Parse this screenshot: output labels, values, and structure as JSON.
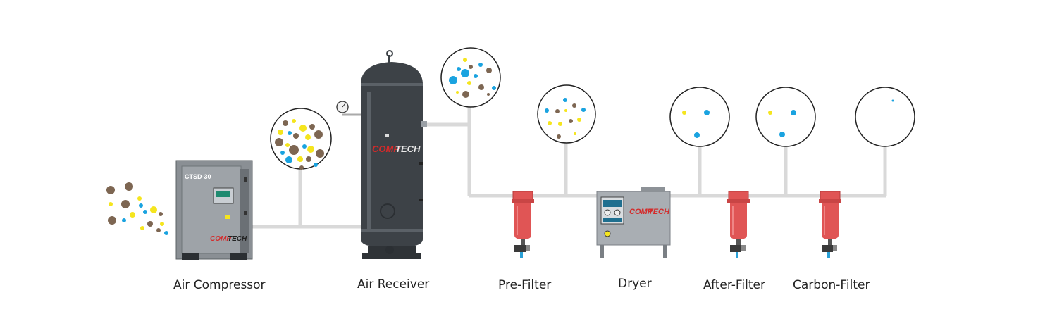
{
  "labels": {
    "compressor": "Air Compressor",
    "receiver": "Air Receiver",
    "pre_filter": "Pre-Filter",
    "dryer": "Dryer",
    "after_filter": "After-Filter",
    "carbon_filter": "Carbon-Filter"
  },
  "equipment_text": {
    "compressor_model": "CTSD-30",
    "brand_comp": "COMP",
    "brand_tech": "TECH"
  },
  "colors": {
    "pipe": "#d9d9d9",
    "tank": "#3d4247",
    "tank_highlight": "#5b6167",
    "cabinet": "#8a8f94",
    "filter_red": "#e05555",
    "particle_brown": "#7d6652",
    "particle_yellow": "#f5e51e",
    "particle_blue": "#1aa3e0",
    "brand_red": "#d42a2a"
  },
  "icons": {
    "compressor": "air-compressor-icon",
    "receiver": "air-receiver-tank-icon",
    "filter": "inline-filter-icon",
    "dryer": "refrigerated-dryer-icon",
    "gauge": "pressure-gauge-icon"
  }
}
